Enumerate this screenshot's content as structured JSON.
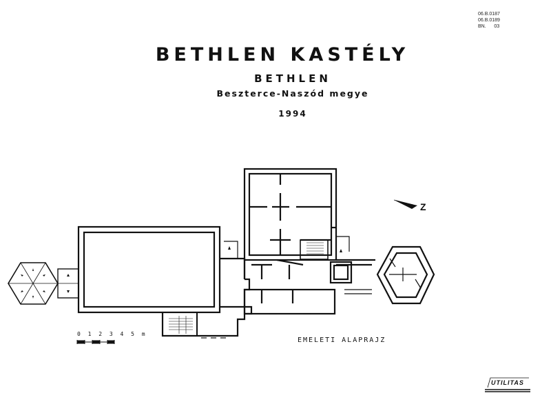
{
  "reference_codes": [
    "06.B.0187",
    "06.B.0189",
    "BN.      03"
  ],
  "title": "BETHLEN KASTÉLY",
  "place": "BETHLEN",
  "county": "Beszterce-Naszód megye",
  "year": "1994",
  "plan_label": "EMELETI ALAPRAJZ",
  "scale_label": "0 1 2 3 4 5 m",
  "north_label": "Z",
  "stamp": "UTILITAS",
  "colors": {
    "ink": "#111111",
    "paper": "#ffffff"
  },
  "icons": [
    "north-arrow-icon",
    "stair-icon",
    "hexagon-roof-icon"
  ]
}
